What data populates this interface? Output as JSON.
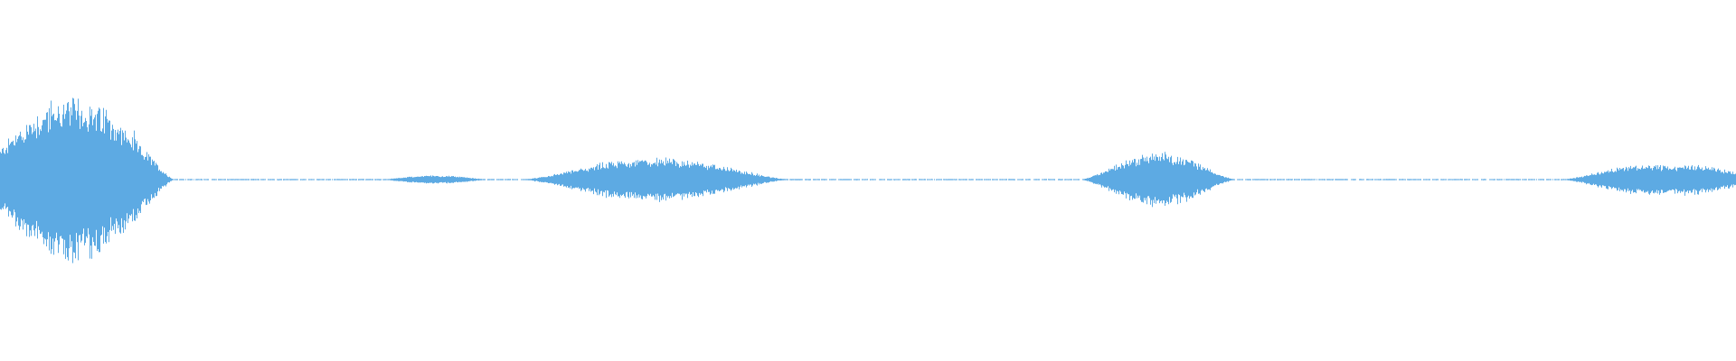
{
  "waveform": {
    "color": "#5daae3",
    "background": "#ffffff",
    "segments": [
      {
        "start": 0.0,
        "end": 0.1,
        "peak": 0.95
      },
      {
        "start": 0.218,
        "end": 0.283,
        "peak": 0.05
      },
      {
        "start": 0.3,
        "end": 0.455,
        "peak": 0.25
      },
      {
        "start": 0.622,
        "end": 0.712,
        "peak": 0.31
      },
      {
        "start": 0.9,
        "end": 1.0,
        "peak": 0.17
      }
    ]
  }
}
